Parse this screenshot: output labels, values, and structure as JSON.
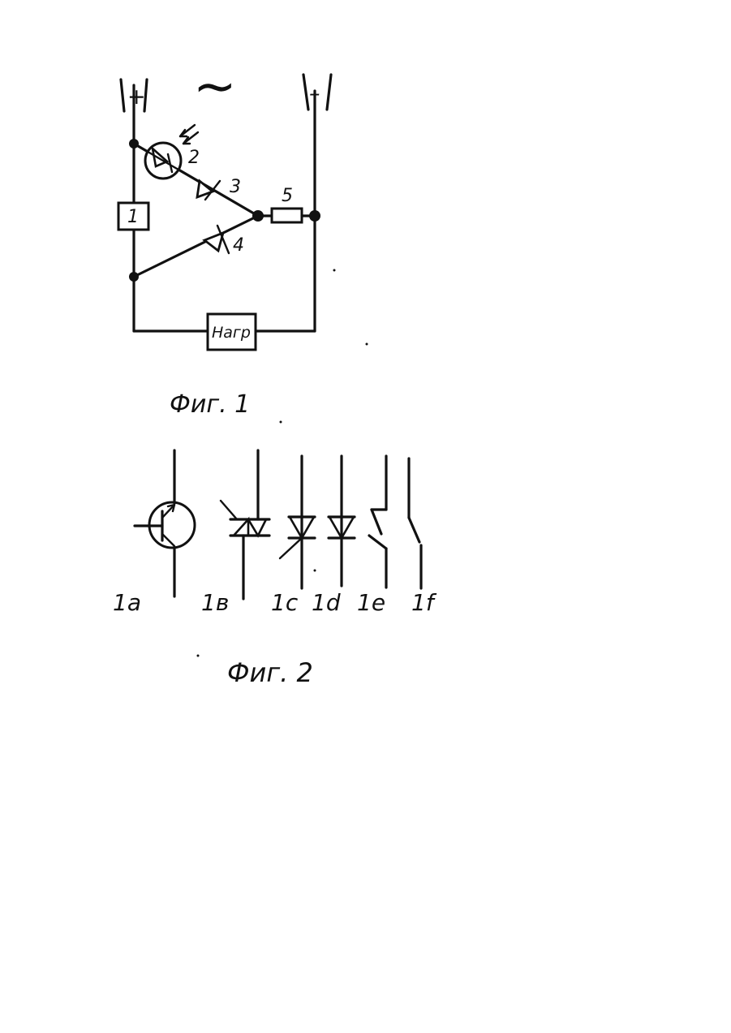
{
  "figure1": {
    "terminal_plus": "+",
    "terminal_minus": "–",
    "ac_symbol": "∼",
    "label_1": "1",
    "label_2": "2",
    "label_3": "3",
    "label_4": "4",
    "label_5": "5",
    "load_label": "Нагр",
    "caption": "Фиг. 1"
  },
  "figure2": {
    "labels": [
      "1a",
      "1в",
      "1c",
      "1d",
      "1e",
      "1f"
    ],
    "caption": "Фиг. 2"
  },
  "colors": {
    "ink": "#111111",
    "paper": "#ffffff"
  }
}
